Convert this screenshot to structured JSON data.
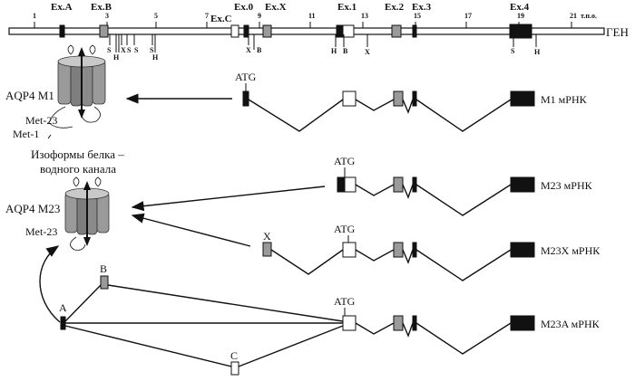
{
  "gene": {
    "label": "ГЕН",
    "scale_unit": "т.п.о.",
    "scale_ticks": [
      "1",
      "3",
      "5",
      "7",
      "9",
      "11",
      "13",
      "15",
      "17",
      "19",
      "21"
    ],
    "exon_labels": [
      "Ex.A",
      "Ex.B",
      "Ex.C",
      "Ex.0",
      "Ex.X",
      "Ex.1",
      "Ex.2",
      "Ex.3",
      "Ex.4"
    ],
    "sites": {
      "s1": "S",
      "h1": "H",
      "x1": "X",
      "s2": "S",
      "s3": "S",
      "s4": "S",
      "h2": "H",
      "x2": "X",
      "b1": "B",
      "h3": "H",
      "b2": "B",
      "x3": "X",
      "s5": "S",
      "h4": "H"
    }
  },
  "mrnas": [
    {
      "label": "M1 мРНК",
      "start_label": "ATG"
    },
    {
      "label": "M23 мРНК",
      "start_label": "ATG"
    },
    {
      "label": "M23X мРНК",
      "start_label": "ATG",
      "exon_label": "X"
    },
    {
      "label": "M23A мРНК",
      "start_label": "ATG"
    }
  ],
  "alt_exons": {
    "a": "A",
    "b": "B",
    "c": "C"
  },
  "protein": {
    "m1_label": "AQP4 M1",
    "m23_label": "AQP4 M23",
    "met23_top": "Met-23",
    "met1": "Met-1",
    "met23_bottom": "Met-23",
    "caption_line1": "Изоформы белка –",
    "caption_line2": "водного канала"
  },
  "colors": {
    "black": "#111111",
    "gray": "#9a9a9a",
    "white": "#ffffff"
  }
}
